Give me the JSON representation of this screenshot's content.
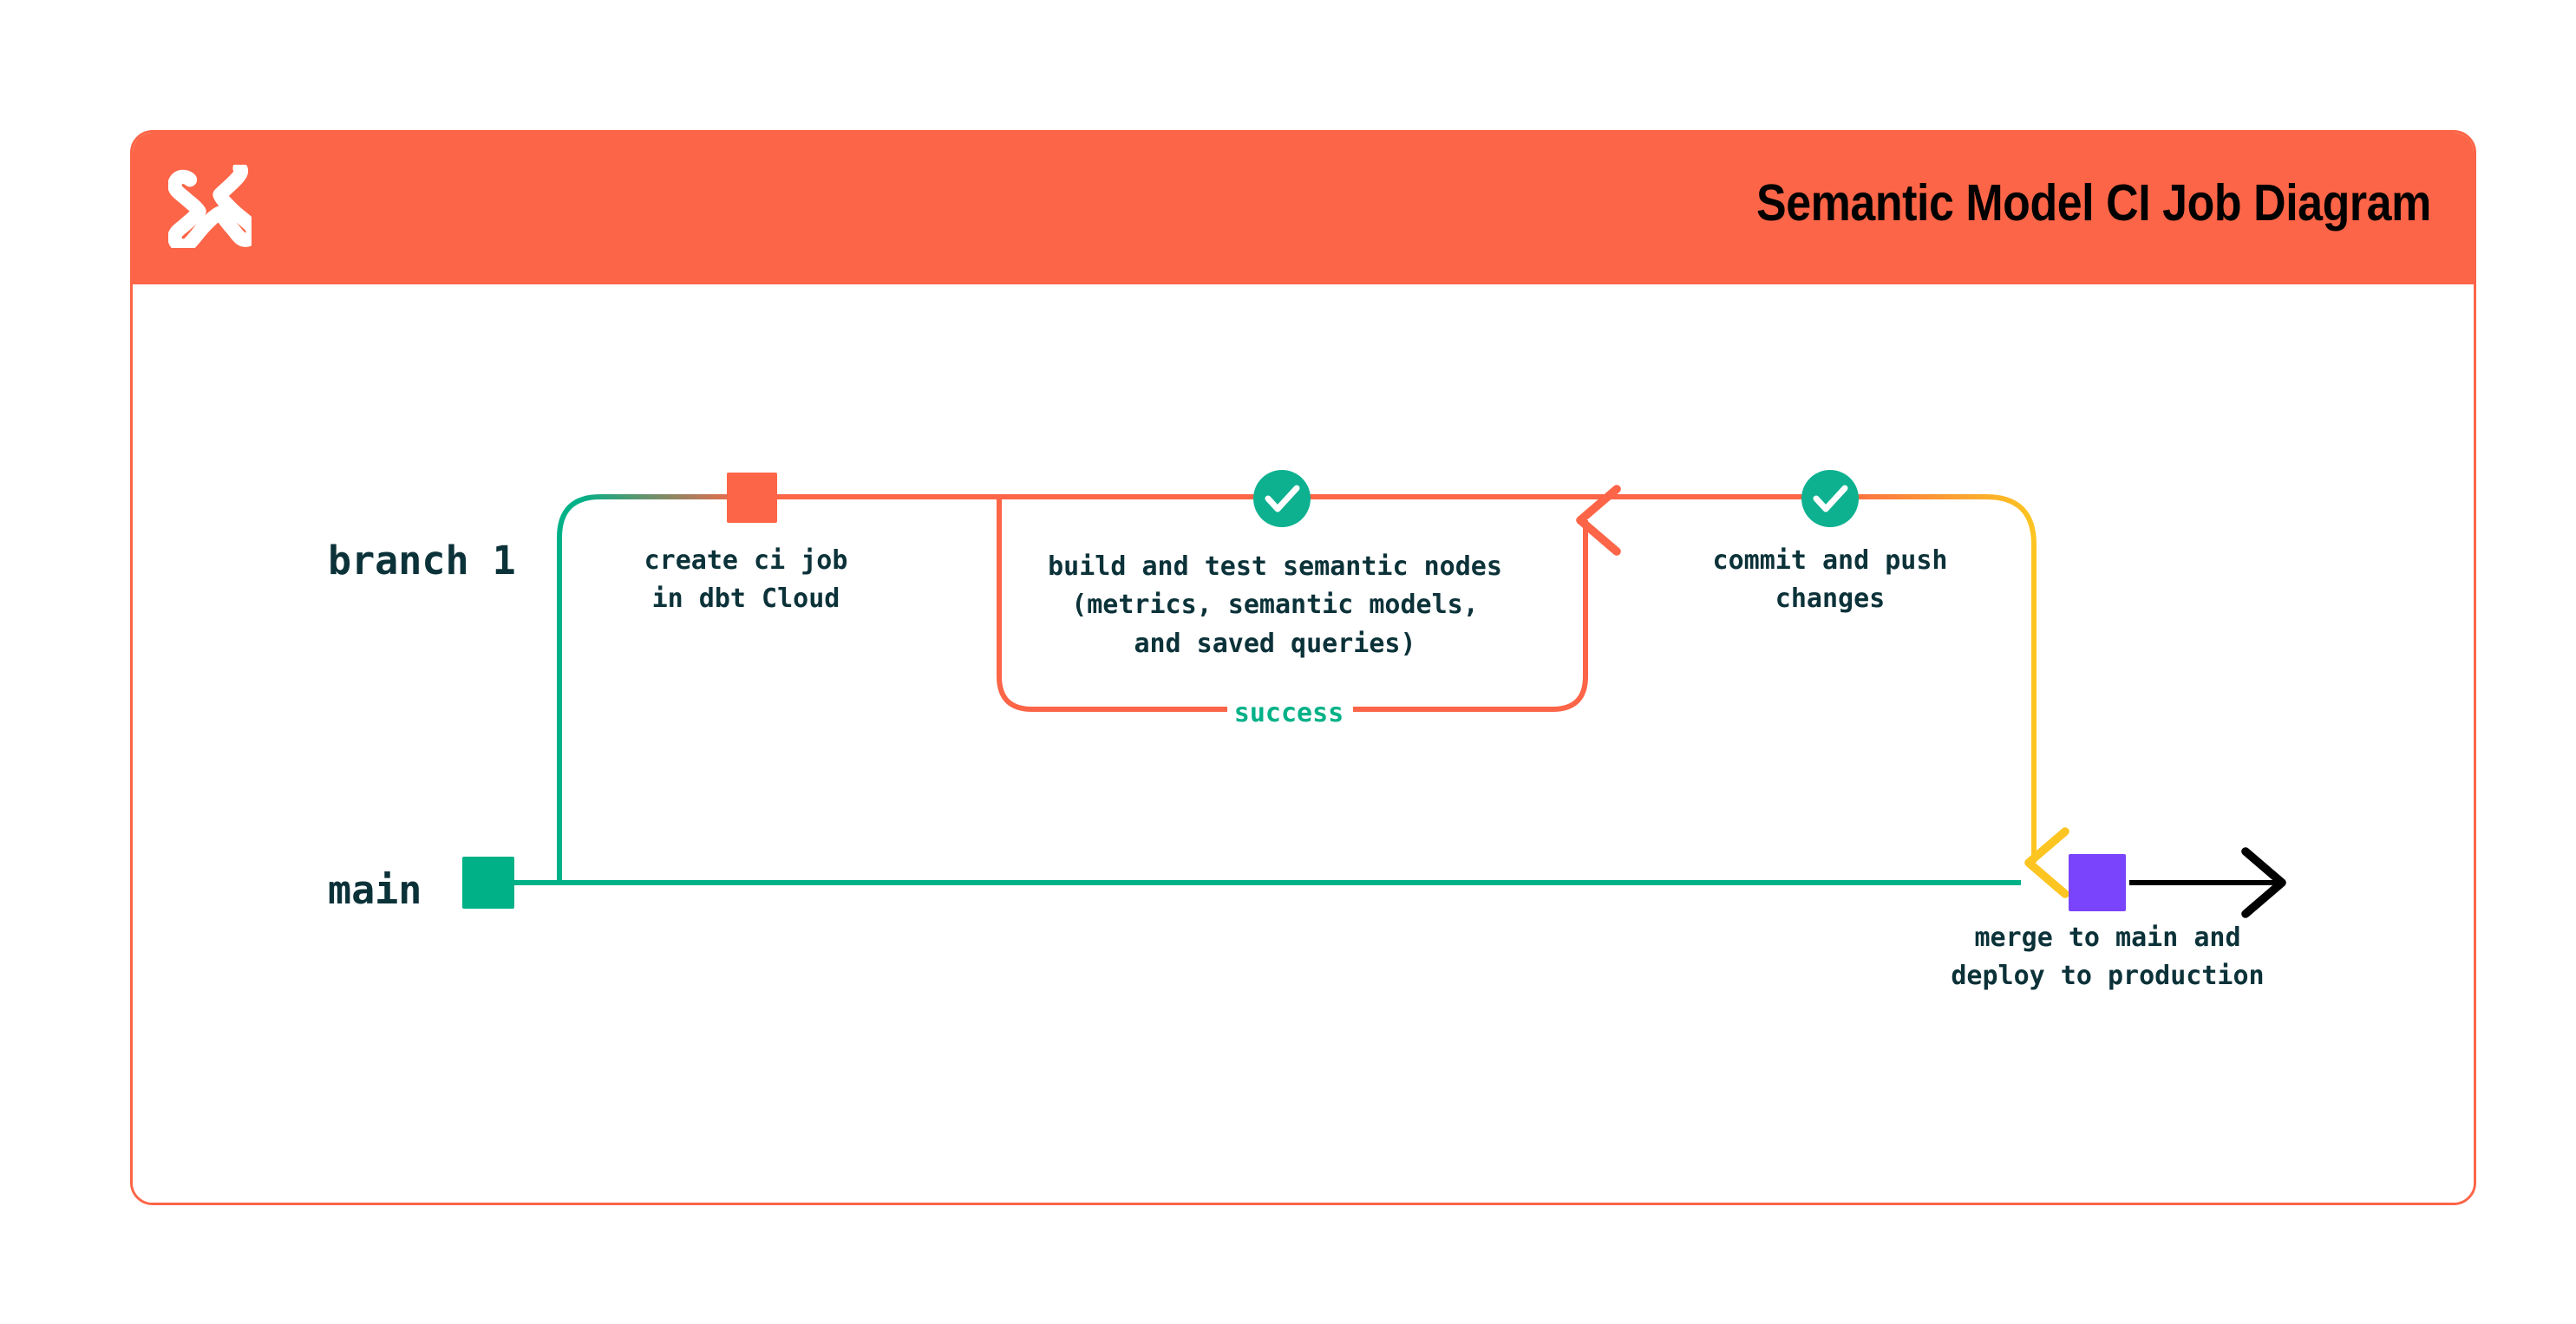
{
  "card": {
    "title": "Semantic Model CI Job Diagram",
    "logo_icon": "dbt-x-logo-icon",
    "header_color": "#FC6547",
    "border_color": "#FC6547"
  },
  "lanes": [
    {
      "id": "branch-1",
      "label": "branch 1",
      "color": "#FC6547"
    },
    {
      "id": "main",
      "label": "main",
      "color": "#00B187"
    }
  ],
  "nodes": [
    {
      "id": "create-ci-job",
      "marker": "square",
      "color": "#FC6547",
      "lane": "branch-1",
      "label": "create ci job\nin dbt Cloud"
    },
    {
      "id": "build-and-test",
      "marker": "check-circle",
      "color": "#0DB190",
      "lane": "branch-1",
      "label": "build and test semantic nodes\n(metrics, semantic models,\nand saved queries)"
    },
    {
      "id": "commit-and-push",
      "marker": "check-circle",
      "color": "#0DB190",
      "lane": "branch-1",
      "label": "commit and push\nchanges"
    },
    {
      "id": "merge-to-main",
      "marker": "square",
      "color": "#7A43FC",
      "lane": "main",
      "label": "merge to main and\ndeploy to production"
    }
  ],
  "edges": [
    {
      "id": "success-loop",
      "label": "success",
      "label_color": "#00B187",
      "line_color": "#FC6547",
      "from": "build-and-test",
      "to": "build-and-test"
    },
    {
      "id": "merge-edge",
      "label": "",
      "line_color": "#FCC521",
      "from": "commit-and-push",
      "to": "merge-to-main"
    },
    {
      "id": "production-edge",
      "label": "",
      "line_color": "#000000",
      "from": "merge-to-main",
      "to": ""
    }
  ],
  "colors": {
    "orange": "#FC6547",
    "green": "#00B187",
    "green_circle": "#0DB190",
    "yellow": "#FCC521",
    "purple": "#7A43FC",
    "ink": "#0C3239",
    "black": "#000000",
    "white": "#FFFFFF"
  }
}
